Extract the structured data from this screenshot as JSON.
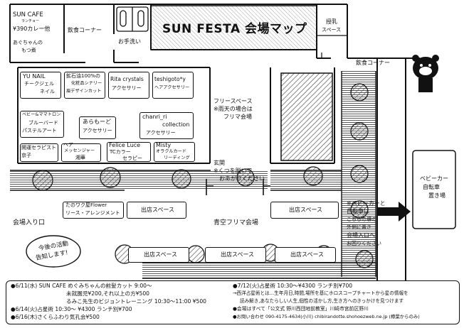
{
  "title": "SUN FESTA 会場マップ",
  "colors": {
    "ink": "#111111",
    "hatch": "#888888",
    "paper": "#ffffff"
  },
  "areas": {
    "food_corner_top": "飲食コーナー",
    "restroom": "お手洗い",
    "nursing_1": "授乳",
    "nursing_2": "スペース",
    "food_corner_right": "飲食コーナー",
    "free_space_1": "フリースペース",
    "free_space_2": "※雨天の場合は",
    "free_space_3": "フリマ会場",
    "entrance_1": "玄関",
    "entrance_2": "※くつを脱いで",
    "entrance_3": "おあがりください",
    "venue_entrance": "会場入り口",
    "flea_market": "青空フリマ会場",
    "stroller_1": "ベビーカー",
    "stroller_2": "自転車",
    "stroller_3": "置き場",
    "stroller_note": [
      "※ベビーカーと",
      "自転車は",
      "こちらの塀の",
      "外側に置き",
      "会場入口へ",
      "お回りください"
    ]
  },
  "booths": {
    "sun_cafe": [
      "SUN CAFE",
      "ランチョー",
      "¥390カレー他",
      "あぐちゃんの",
      "もつ煮"
    ],
    "yu_nail": [
      "YU NAIL",
      "チークジェル",
      "ネイル"
    ],
    "gem_oil": [
      "鉱石油100%の",
      "化粧品シナリー",
      "眉デザインカット"
    ],
    "rita": [
      "Rita crystals",
      "アクセサリー"
    ],
    "teshigoto": [
      "teshigoto*y",
      "ヘアアクセサリー"
    ],
    "baby": [
      "ベビー&ママトロン",
      "ブルーバード",
      "パステルアート"
    ],
    "aramode": [
      "あらもーど",
      "アクセサリー"
    ],
    "chanri": [
      "chanri_ri",
      "collection",
      "アクセサリー"
    ],
    "kaiun": [
      "開運セラピスト",
      "京子"
    ],
    "hair": [
      "ヘア",
      "メッセンジャー",
      "湘華"
    ],
    "felice": [
      "Felice Luce",
      "TCカラー",
      "セラピー"
    ],
    "misty": [
      "Misty",
      "オラクルカード",
      "リーディング"
    ],
    "flower": [
      "たのワク屋Flower",
      "リース・アレンジメント"
    ]
  },
  "shop_space": "出店スペース",
  "announcement": [
    "今後の活動",
    "告知します!"
  ],
  "notes": {
    "left": [
      "●6/11(水) SUN CAFE  めぐみちゃんの前髪カット 9:00〜",
      "未就園児¥200,それ以上の方¥500",
      "るみこ先生のビジョントレーニング 10:30〜11:00 ¥500",
      "●6/14(火)占星術 10:30〜 ¥4300 ランチ別¥700",
      "●6/16(木)さくらふわり気孔会¥500"
    ],
    "right": [
      "●7/12(火)占星術 10:30〜¥4300 ランチ別¥700",
      "→西洋占星術とは…生年月日,時間,場所を基にホロスコープチャートから星の情報を",
      "読み解き,あなたらしい人生,個性の活かし方,生き方へのきっかけを見つけます",
      "●会場はすべて「公文式 野川西団地前教室」川崎市宮前区野川",
      "●お問い合わせ 090-4175-4634(小川)  chibirandotte.shohoezweb.ne.jp (樽葉からのみ)"
    ]
  }
}
